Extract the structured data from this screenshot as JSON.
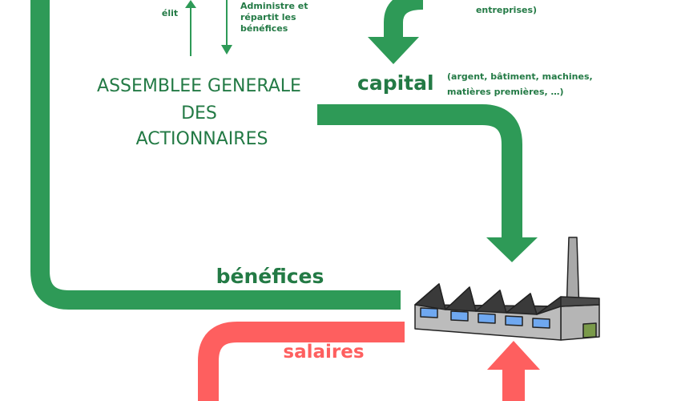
{
  "colors": {
    "green": "#2e9a57",
    "green_text": "#237a45",
    "red": "#fe5f5f",
    "dark": "#222222"
  },
  "labels": {
    "elit": "élit",
    "administre": [
      "Administre et",
      "répartit les",
      "bénéfices"
    ],
    "top_right": [
      "entreprises)"
    ],
    "assemblee": [
      "ASSEMBLEE GENERALE",
      "DES",
      "ACTIONNAIRES"
    ],
    "capital": "capital",
    "capital_detail": [
      "(argent, bâtiment, machines,",
      "matières premières, …)"
    ],
    "benefices": "bénéfices",
    "salaires": "salaires"
  },
  "icons": [
    "factory-icon"
  ]
}
